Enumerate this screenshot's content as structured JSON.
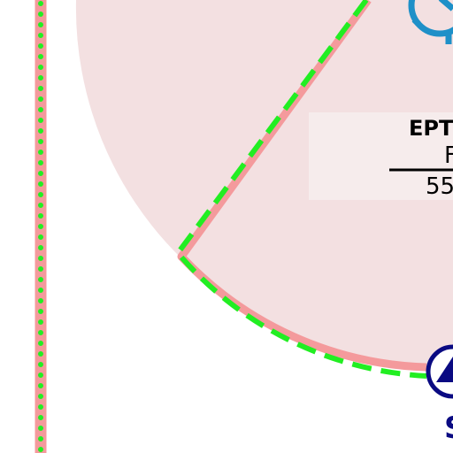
{
  "map": {
    "colors": {
      "background": "#ffffff",
      "airspace_fill": "#f3e0e1",
      "airspace_border": "#f49a9c",
      "green_dash": "#22ee22",
      "label_box": "#f6ecec",
      "navaid_blue": "#1e90c8",
      "station_navy": "#0a0a82",
      "text": "#000000"
    },
    "airspace_label": {
      "name": "EPTI",
      "class": "F",
      "limit": "55"
    },
    "station_label": "S",
    "icons": {
      "navaid": "compass-rose-icon",
      "station": "triangle-station-icon"
    }
  }
}
